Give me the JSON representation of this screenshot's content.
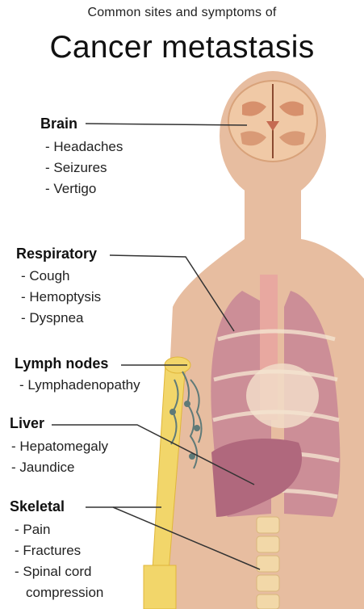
{
  "title": {
    "line1": "Common sites and symptoms of",
    "line2": "Cancer metastasis"
  },
  "colors": {
    "skin": "#e7bda0",
    "bone": "#f2d66a",
    "brain": "#f0c9a6",
    "lung": "#c98896",
    "liver": "#b0687d",
    "lymph": "#5f7a78",
    "leader": "#333333"
  },
  "sites": [
    {
      "name": "Brain",
      "symptoms": [
        "- Headaches",
        "- Seizures",
        "- Vertigo"
      ]
    },
    {
      "name": "Respiratory",
      "symptoms": [
        "- Cough",
        "- Hemoptysis",
        "- Dyspnea"
      ]
    },
    {
      "name": "Lymph nodes",
      "symptoms": [
        "- Lymphadenopathy"
      ]
    },
    {
      "name": "Liver",
      "symptoms": [
        "- Hepatomegaly",
        "- Jaundice"
      ]
    },
    {
      "name": "Skeletal",
      "symptoms": [
        "- Pain",
        "- Fractures",
        "- Spinal cord",
        "compression"
      ]
    }
  ]
}
